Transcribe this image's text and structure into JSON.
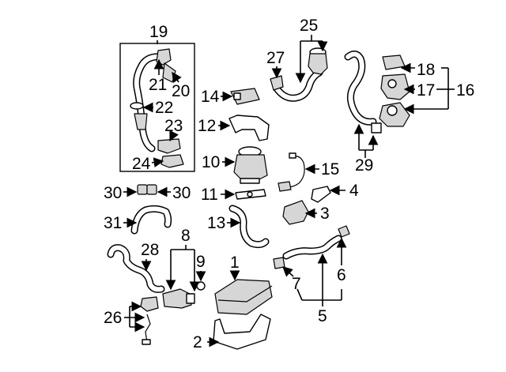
{
  "callouts": {
    "c1": "1",
    "c2": "2",
    "c3": "3",
    "c4": "4",
    "c5": "5",
    "c6": "6",
    "c7": "7",
    "c8": "8",
    "c9": "9",
    "c10": "10",
    "c11": "11",
    "c12": "12",
    "c13": "13",
    "c14": "14",
    "c15": "15",
    "c16": "16",
    "c17": "17",
    "c18": "18",
    "c19": "19",
    "c20": "20",
    "c21": "21",
    "c22": "22",
    "c23": "23",
    "c24": "24",
    "c25": "25",
    "c26": "26",
    "c27": "27",
    "c28": "28",
    "c29": "29",
    "c30a": "30",
    "c30b": "30",
    "c31": "31"
  },
  "colors": {
    "line": "#000000",
    "fill": "#ffffff",
    "shade": "#d6d6d6"
  }
}
